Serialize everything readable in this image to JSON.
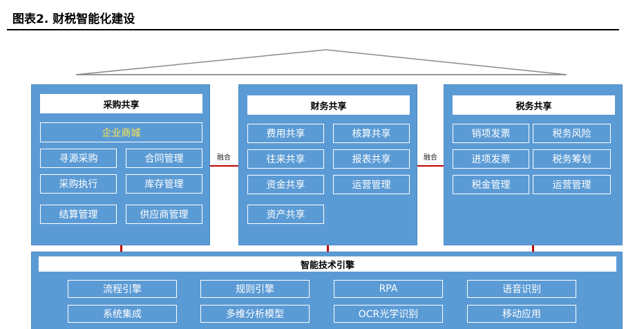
{
  "figure": {
    "title": "图表2. 财税智能化建设"
  },
  "panels": [
    {
      "title": "采购共享",
      "items": [
        "企业商城",
        "寻源采购",
        "合同管理",
        "采购执行",
        "库存管理",
        "结算管理",
        "供应商管理"
      ]
    },
    {
      "title": "财务共享",
      "items": [
        "费用共享",
        "核算共享",
        "往来共享",
        "报表共享",
        "资金共享",
        "运营管理",
        "资产共享"
      ]
    },
    {
      "title": "税务共享",
      "items": [
        "销项发票",
        "税务风险",
        "进项发票",
        "税务筹划",
        "税金管理",
        "运营管理"
      ]
    }
  ],
  "links": [
    "融合",
    "融合"
  ],
  "engine": {
    "title": "智能技术引擎",
    "items": [
      "流程引擎",
      "规则引擎",
      "RPA",
      "语音识别",
      "系统集成",
      "多维分析模型",
      "OCR光学识别",
      "移动应用"
    ]
  },
  "colors": {
    "panel": "#5b9bd5",
    "connector": "#c00000",
    "highlight": "#ffe44d"
  }
}
